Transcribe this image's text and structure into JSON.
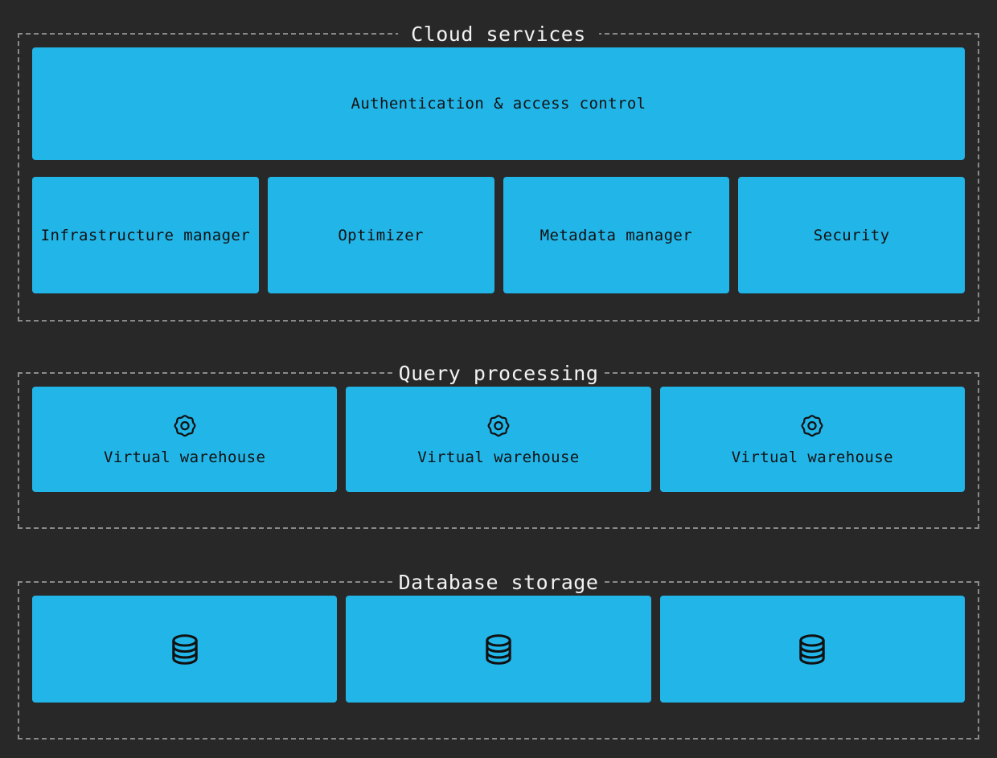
{
  "theme": {
    "background": "#282828",
    "card_fill": "#22b5e8",
    "card_text": "#111111",
    "border_dashed": "#8a8a8a",
    "title_text": "#f2f2f2"
  },
  "sections": [
    {
      "id": "cloud-services",
      "title": "Cloud services",
      "rows": [
        {
          "id": "auth-row",
          "cards": [
            {
              "label": "Authentication & access control",
              "icon": null
            }
          ]
        },
        {
          "id": "services-row",
          "cards": [
            {
              "label": "Infrastructure manager",
              "icon": null
            },
            {
              "label": "Optimizer",
              "icon": null
            },
            {
              "label": "Metadata manager",
              "icon": null
            },
            {
              "label": "Security",
              "icon": null
            }
          ]
        }
      ]
    },
    {
      "id": "query-processing",
      "title": "Query processing",
      "rows": [
        {
          "id": "warehouse-row",
          "cards": [
            {
              "label": "Virtual warehouse",
              "icon": "gear-icon"
            },
            {
              "label": "Virtual warehouse",
              "icon": "gear-icon"
            },
            {
              "label": "Virtual warehouse",
              "icon": "gear-icon"
            }
          ]
        }
      ]
    },
    {
      "id": "database-storage",
      "title": "Database storage",
      "rows": [
        {
          "id": "storage-row",
          "cards": [
            {
              "label": "",
              "icon": "database-icon"
            },
            {
              "label": "",
              "icon": "database-icon"
            },
            {
              "label": "",
              "icon": "database-icon"
            }
          ]
        }
      ]
    }
  ]
}
